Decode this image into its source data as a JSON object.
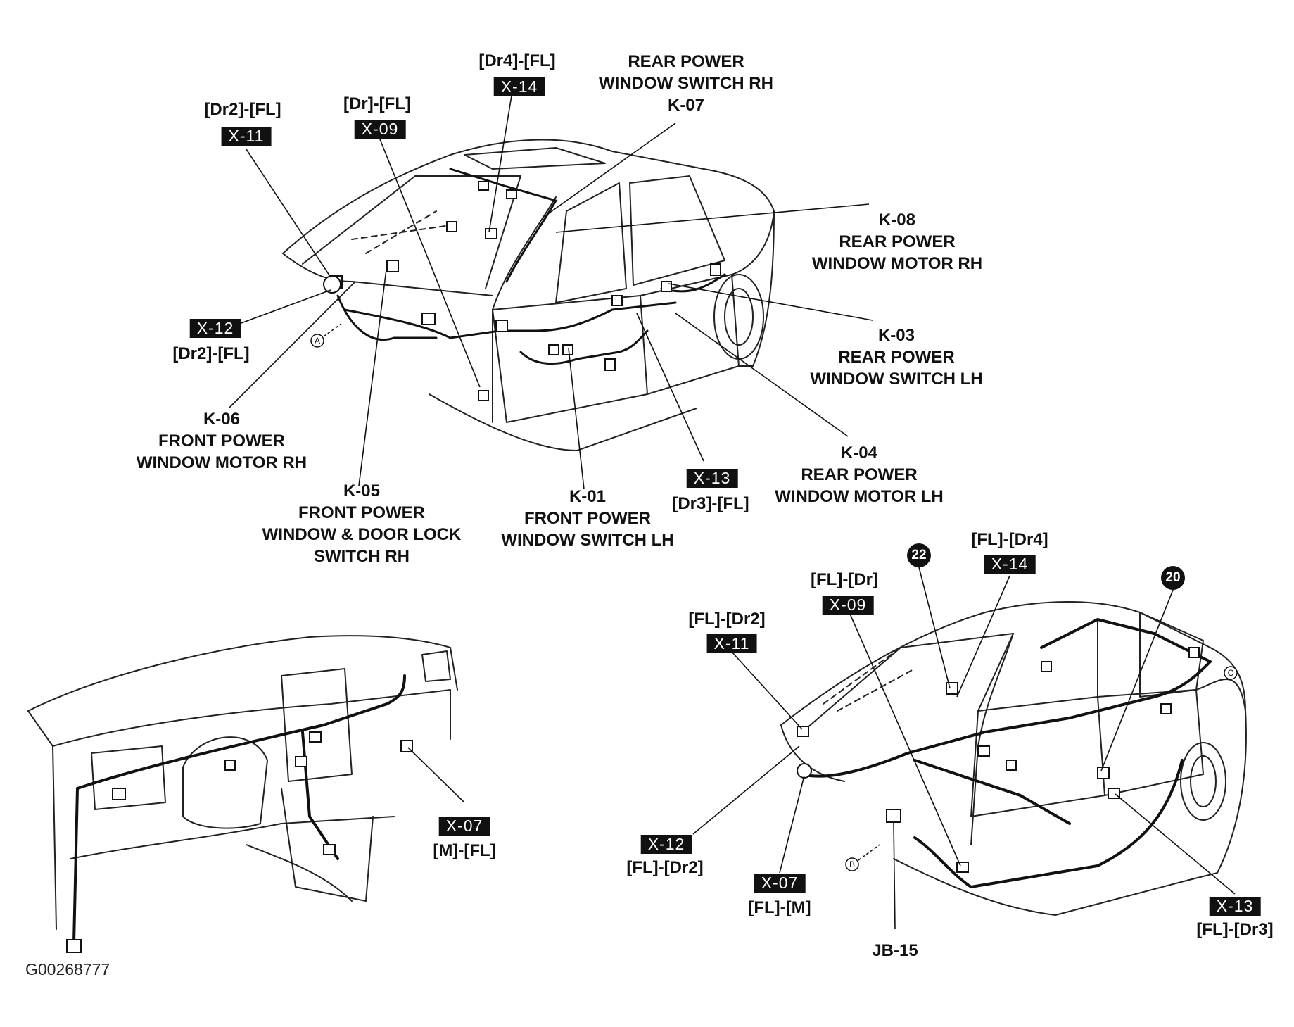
{
  "figure_id": "G00268777",
  "top_car": {
    "callouts": {
      "x11": {
        "code": "X-11",
        "conn": "[Dr2]-[FL]"
      },
      "x09": {
        "code": "X-09",
        "conn": "[Dr]-[FL]"
      },
      "x14": {
        "code": "X-14",
        "conn": "[Dr4]-[FL]"
      },
      "k07": {
        "line1": "REAR POWER",
        "line2": "WINDOW SWITCH RH",
        "line3": "K-07"
      },
      "k08": {
        "line1": "K-08",
        "line2": "REAR POWER",
        "line3": "WINDOW MOTOR RH"
      },
      "k03": {
        "line1": "K-03",
        "line2": "REAR POWER",
        "line3": "WINDOW SWITCH LH"
      },
      "k04": {
        "line1": "K-04",
        "line2": "REAR POWER",
        "line3": "WINDOW MOTOR LH"
      },
      "x13": {
        "code": "X-13",
        "conn": "[Dr3]-[FL]"
      },
      "k01": {
        "line1": "K-01",
        "line2": "FRONT POWER",
        "line3": "WINDOW SWITCH LH"
      },
      "k05": {
        "line1": "K-05",
        "line2": "FRONT POWER",
        "line3": "WINDOW & DOOR LOCK",
        "line4": "SWITCH RH"
      },
      "k06": {
        "line1": "K-06",
        "line2": "FRONT POWER",
        "line3": "WINDOW MOTOR RH"
      },
      "x12": {
        "code": "X-12",
        "conn": "[Dr2]-[FL]"
      },
      "marker": "A"
    }
  },
  "dashboard": {
    "callouts": {
      "x07": {
        "code": "X-07",
        "conn": "[M]-[FL]"
      }
    }
  },
  "bottom_car": {
    "callouts": {
      "c22": {
        "num": "22"
      },
      "c20": {
        "num": "20"
      },
      "x14": {
        "code": "X-14",
        "conn": "[FL]-[Dr4]"
      },
      "x09": {
        "code": "X-09",
        "conn": "[FL]-[Dr]"
      },
      "x11": {
        "code": "X-11",
        "conn": "[FL]-[Dr2]"
      },
      "x12": {
        "code": "X-12",
        "conn": "[FL]-[Dr2]"
      },
      "x07": {
        "code": "X-07",
        "conn": "[FL]-[M]"
      },
      "jb15": {
        "label": "JB-15"
      },
      "x13": {
        "code": "X-13",
        "conn": "[FL]-[Dr3]"
      },
      "marker_b": "B",
      "marker_c": "C"
    }
  }
}
